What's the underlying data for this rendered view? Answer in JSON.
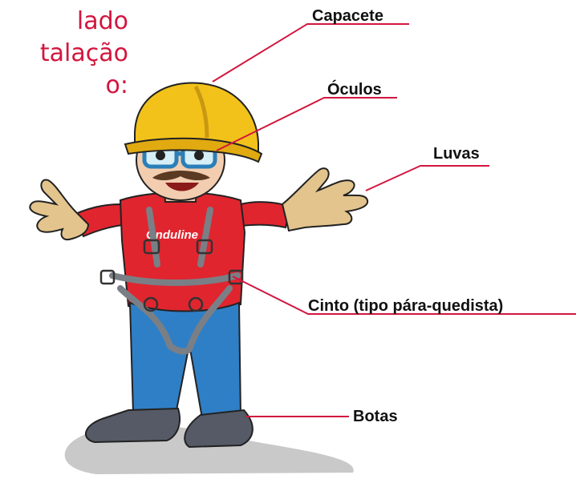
{
  "heading": {
    "line1": "lado",
    "line2": "talação",
    "line3": "o:"
  },
  "labels": {
    "helmet": "Capacete",
    "glasses": "Óculos",
    "gloves": "Luvas",
    "harness": "Cinto (tipo pára-quedista)",
    "boots": "Botas"
  },
  "shirt_brand": "Onduline",
  "colors": {
    "heading": "#d2163e",
    "leader_line": "#d2163e",
    "helmet": "#f2c21b",
    "shirt": "#e0252f",
    "jeans": "#2f7fc6",
    "gloves": "#e3c48c",
    "boots": "#555a66",
    "harness": "#7a7f86"
  }
}
